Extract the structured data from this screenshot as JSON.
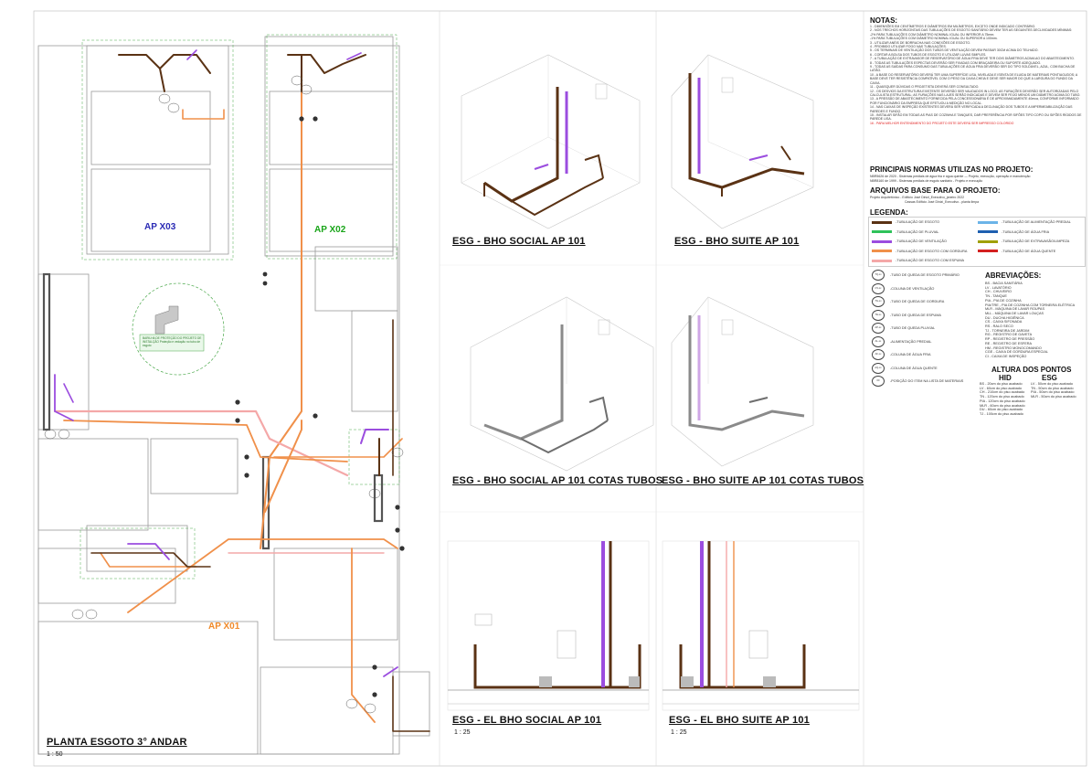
{
  "plan": {
    "title": "PLANTA ESGOTO 3° ANDAR",
    "scale": "1 : 50",
    "rooms": [
      {
        "label": "AP X03",
        "color": "#2b2bb5"
      },
      {
        "label": "AP X02",
        "color": "#1aa51a"
      },
      {
        "label": "AP X01",
        "color": "#f08a2a"
      }
    ]
  },
  "views": [
    {
      "title": "ESG -  BHO SOCIAL AP 101"
    },
    {
      "title": "ESG -  BHO SUITE AP 101"
    },
    {
      "title": "ESG -  BHO SOCIAL AP 101 COTAS TUBOS"
    },
    {
      "title": "ESG -  BHO SUITE AP 101 COTAS TUBOS"
    },
    {
      "title": "ESG - EL BHO SOCIAL AP 101",
      "scale": "1 : 25"
    },
    {
      "title": "ESG - EL BHO SUITE AP 101",
      "scale": "1 : 25"
    }
  ],
  "notes": {
    "title": "NOTAS:",
    "items": [
      "1 - DIMENSÕES EM CENTÍMETROS  E DIÂMETROS EM MILÍMETROS, EXCETO ONDE INDICADO CONTRÁRIO.",
      "2 - NOS TRECHOS HORIZONTAIS DAS TUBULAÇÕES DE ESGOTO SANITÁRIO DEVEM TER  AS  SEGUINTES  DECLIVIDADES MÍNIMAS:",
      "-2% PARA TUBULAÇÕES COM DIÂMETRO NOMINAL IGUAL OU INFERIOR A 75mm;",
      "-1% PARA TUBULAÇÕES COM DIÂMETRO NOMINAL IGUAL OU SUPERIOR A 100mm.",
      "3 - UTILIZAR ANÉIS DE BORRACHA NAS CONEXÕES DE ESGOTO.",
      "4 - PROIBIDO UTILIZAR FOGO NAS TUBULAÇÕES.",
      "5 - OS TERMINAIS DE VENTILAÇÃO DOS TUBOS DE VENTILAÇÃO DEVEM PASSAR 30CM ACIMA DO TELHADO.",
      "6 - CORTAR A BOLSA DOS TUBOS DE ESGOTO E UTILIZAR LUVAS SIMPLES.",
      "7 - A TUBULAÇÃO DE EXTRAVASOR DE RESERVATÓRIO DE ÁGUA FRIA DEVE TER DOIS DIÂMETROS ACIMA AO DO ABASTECIMENTO.",
      "8 - TODAS AS TUBULAÇÕES ESPECTAS DEVERÃO SER FIXADAS COM BRAÇADEIRA OU SUPORTE ADEQUADO.",
      "9 - TODAS AS SAÍDAS PARA CONSUMO DAS TUBULAÇÕES DE ÁGUA FRIA DEVERÃO SER DO TIPO SOLDÁVEL, AZUL, COM BUCHA DE LATÃO.",
      "10 - A BASE DO RESERVATÓRIO DEVERÁ TER UMA SUPERFÍCIE LISA, NIVELADA E ISENTA DE ELUIDA DE MATERIAIS PONTIAGUDOS; A BASE DEVE TER RESISTÊNCIA COMPATÍVEL COM O PESO DA CAIXA CHEIA E DEVE SER MAIOR DO QUE A LARGURA DO FUNDO DA CAIXA.",
      "11 - QUAISQUER DÚVIDAS O PROJETISTA DEVERÁ SER CONSULTADO.",
      "12 - OS DESVIOS DA ESTRUTURA EXISTENTE DEVERÃO SER VALIDADOS IN LOCO; AS FURAÇÕES DEVERÃO SER AUTORIZADAS PELO CALCULISTA ESTRUTURAL; AS FURAÇÕES NAS LAJES SERÃO INDICADAS E DEVEM SER FEIJO MENOS UM DIÂMETRO ACIMA DO TUBO.",
      "13 - A PRESSÃO DE ABASTECIMENTO FORNECIDA PELA CONCESSIONÁRIA É DE APROXIMADAMENTE 40mca, CONFORME INFORMADO POR FUNCIONÁRIO DA EMPRESA QUE EFETUOU A MEDIÇÃO NO LOCAL.",
      "14 - NAS CAIXAS DE INSPEÇÃO EXISTENTES DEVERÁ SER VERIFICADA A DECLINAÇÃO DOS TUBOS E A IMPERMEABILIZAÇÃO DAS PAREDES E FUNDO.",
      "15 - INSTALAR SIFÃO EM TODAS AS PIAS DE COZINHA E TANQUES, DAR PREFERÊNCIA POR SIFÕES TIPO COPO OU SIFÕES RÍGIDOS DE PAREDE LISA.",
      "16 - PARA MELHOR ENTENDIMENTO DO PROJETO ESTE DEVERÁ SER IMPRESSO COLORIDO"
    ],
    "highlight_color": "#e02020"
  },
  "norms": {
    "title": "PRINCIPAIS NORMAS UTILIZAS NO PROJETO:",
    "items": [
      "NBR5626 de 2020 - Sistemas prediais de água fria e água quente — Projeto, execução, operação e manutenção",
      "NBR8160 de 1999 - Sistemas prediais de esgoto sanitário - Projeto e execução"
    ]
  },
  "base_files": {
    "title": "ARQUIVOS BASE PARA O PROJETO:",
    "items": [
      "Projeto Arquitetônico - Edifício José Dinizi_Executivo_janeiro 2022",
      "Cassas Edifício José Dinizi_Executivo - planta limpa"
    ]
  },
  "legend": {
    "title": "LEGENDA:",
    "left": [
      {
        "label": "-TUBULAÇÃO DE ESGOTO",
        "color": "#5a3214"
      },
      {
        "label": "-TUBULAÇÃO DE PLUVIAL",
        "color": "#2ec25a"
      },
      {
        "label": "-TUBULAÇÃO DE VENTILAÇÃO",
        "color": "#9b4ddf"
      },
      {
        "label": "-TUBULAÇÃO DE ESGOTO COM GORDURA",
        "color": "#f0904a"
      },
      {
        "label": "-TUBULAÇÃO DE ESGOTO COM ESPUMA",
        "color": "#f4a8a8"
      }
    ],
    "right": [
      {
        "label": "-TUBULAÇÃO DE ALIMENTAÇÃO PREDIAL",
        "color": "#6cb4e8"
      },
      {
        "label": "-TUBULAÇÃO DE ÁGUA FRIA",
        "color": "#1e5fb0"
      },
      {
        "label": "-TUBULAÇÃO DE EXTRAVASÃO/LIMPEZA",
        "color": "#a0a000"
      },
      {
        "label": "-TUBULAÇÃO DE ÁGUA QUENTE",
        "color": "#d42020"
      }
    ]
  },
  "symbols": [
    {
      "code": "TQ-xx",
      "label": "-TUBO DE QUEDA DE ESGOTO PRIMÁRIO"
    },
    {
      "code": "CV-xx",
      "label": "-COLUNA DE VENTILAÇÃO"
    },
    {
      "code": "TG-xx",
      "label": "-TUBO DE QUEDA DE GORDURA"
    },
    {
      "code": "TE-xx",
      "label": "-TUBO DE QUEDA DE ESPUMA"
    },
    {
      "code": "AP-xx",
      "label": "-TUBO DE QUEDA PLUVIAL"
    },
    {
      "code": "AL-xx",
      "label": "-ALIMENTAÇÃO PREDIAL"
    },
    {
      "code": "AF-xx",
      "label": "-COLUNA DE ÁGUA FRIA"
    },
    {
      "code": "AQ-xx",
      "label": "-COLUNA DE ÁGUA QUENTE"
    },
    {
      "code": "00",
      "label": "-POSIÇÃO DO ITEM NA LISTA DE MATERIAIS"
    }
  ],
  "abbreviations": {
    "title": "ABREVIAÇÕES:",
    "items": [
      "BS - BACIA SANITÁRIA",
      "LV - LAVATÓRIO",
      "CH - CHUVEIRO",
      "TN - TANQUE",
      "PIA - PIA DE COZINHA",
      "PIA/TRE - PIA DE COZINHA COM TORNEIRA ELÉTRICA",
      "MLR - MÁQUINA DE LAVAR ROUPAS",
      "MLL - MÁQUINA DE LAVAR LOUÇAS",
      "DU - DUCHA HIGIÊNICA",
      "CS - CAIXA SIFONADA",
      "RS - RALO SECO",
      "TJ - TORNEIRA DE JARDIM",
      "RG - REGISTRO DE GAVETA",
      "RP - REGISTRO DE PRESSÃO",
      "RE - REGISTRO DE ESFERA",
      "HM - REGISTRO MONOCOMANDO",
      "CGE - CAIXA DE GORDURA ESPECIAL",
      "CI - CAIXA DE INSPEÇÃO"
    ]
  },
  "heights": {
    "title": "ALTURA DOS PONTOS",
    "hid_label": "HID",
    "esg_label": "ESG",
    "hid": [
      "BS - 20cm do piso acabado",
      "LV - 60cm do piso acabado",
      "CH - 210cm do piso acabado",
      "TN - 120cm do piso acabado",
      "PIA - 120cm do piso acabado",
      "MLR - 60cm do piso acabado",
      "DU - 60cm do piso acabado",
      "TJ - 100cm do piso acabado"
    ],
    "esg": [
      "LV - 50cm do piso acabado",
      "TN - 50cm do piso acabado",
      "PIA - 50cm do piso acabado",
      "MLR - 50cm do piso acabado"
    ]
  },
  "callout": {
    "text": "BARILHA DE PROTEÇÃO DO PROJETO DE INSTALÇÃO Proteção e vedação no tubo de esgoto"
  }
}
